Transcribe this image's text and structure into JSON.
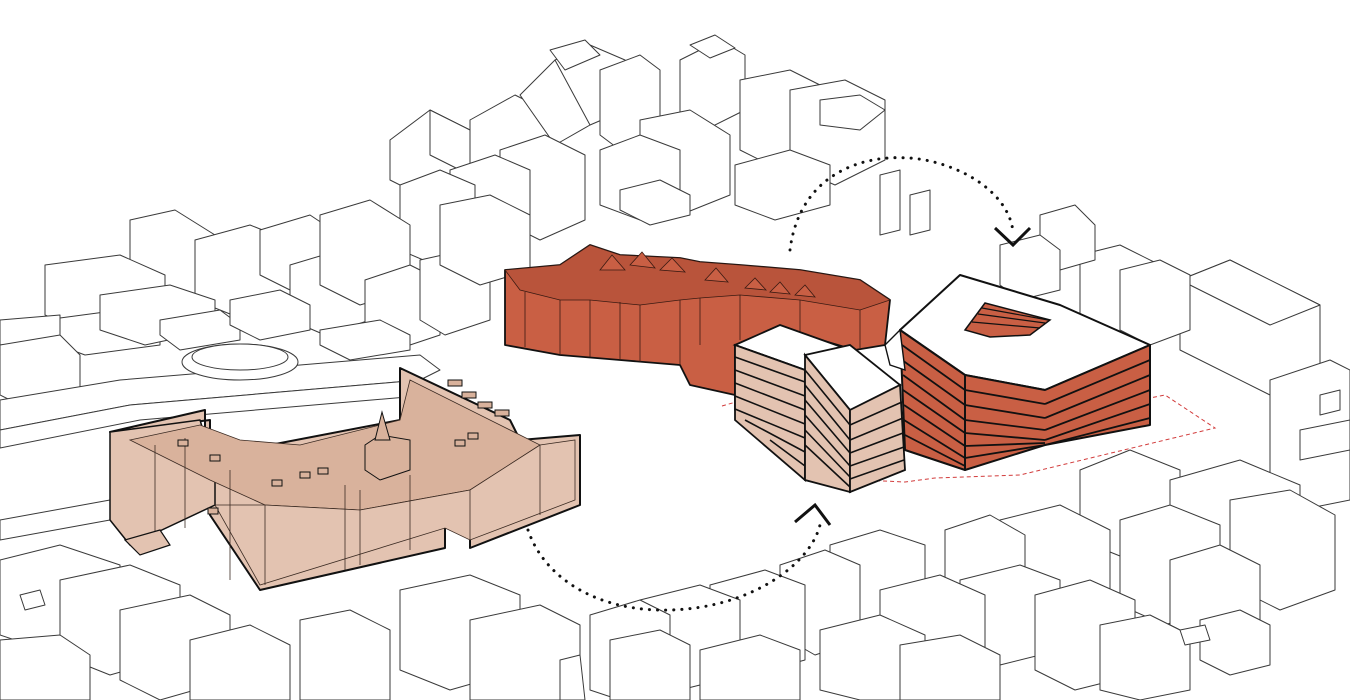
{
  "colors": {
    "background": "#ffffff",
    "context_fill": "#ffffff",
    "context_stroke": "#3a3a3a",
    "heritage_fill": "#e3c3b1",
    "heritage_dark": "#cfa892",
    "new_fill": "#c95f44",
    "new_dark": "#a94a33",
    "bold_stroke": "#111111",
    "site_boundary": "#d23c3c",
    "flow_arrow": "#111111"
  },
  "legend_items": [],
  "arrows": [
    {
      "name": "top-arc",
      "direction": "clockwise"
    },
    {
      "name": "bottom-arc",
      "direction": "counter-clockwise"
    }
  ]
}
